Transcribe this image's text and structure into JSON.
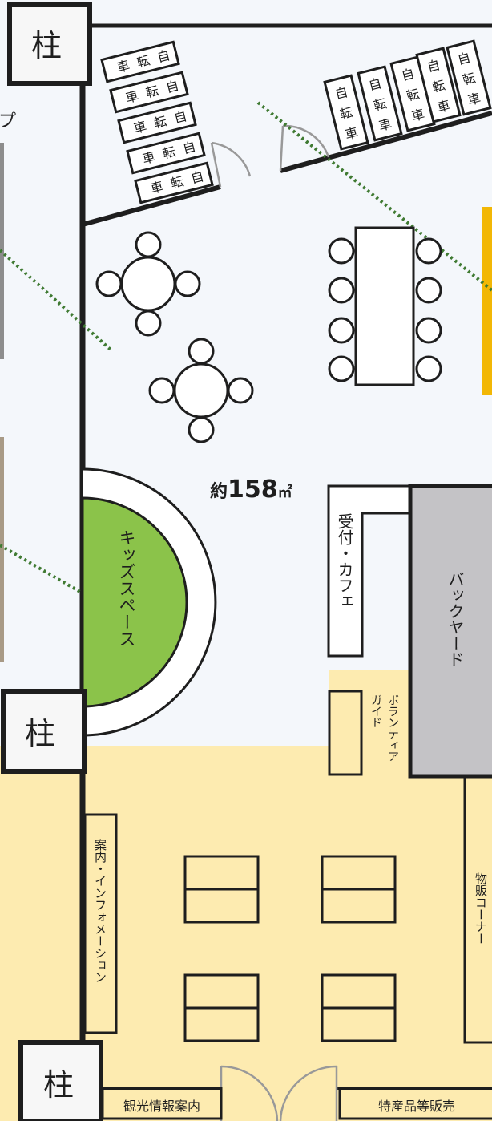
{
  "pillar_label": "柱",
  "bike_label": "自転車",
  "bike_chars": [
    "自",
    "転",
    "車"
  ],
  "cut_text": "プ",
  "area_label": {
    "prefix": "約",
    "number": "158",
    "unit": "㎡"
  },
  "kids_space": "キッズスペース",
  "reception_cafe": "受付・カフェ",
  "backyard": "バックヤード",
  "volunteer_guide": [
    "ボランティア",
    "ガイド"
  ],
  "info_desk": "案内・インフォメーション",
  "merch_corner": "物販コーナー",
  "tourist_info": "観光情報案内",
  "local_products": "特産品等販売",
  "colors": {
    "floor": "#f4f7fb",
    "yellow_zone": "#fdebb0",
    "kids_green": "#8bc34a",
    "backyard_gray": "#c4c3c6",
    "line": "#1e1e1e",
    "accent_yellow": "#f2b705",
    "dotted_green": "#3f7a32"
  }
}
